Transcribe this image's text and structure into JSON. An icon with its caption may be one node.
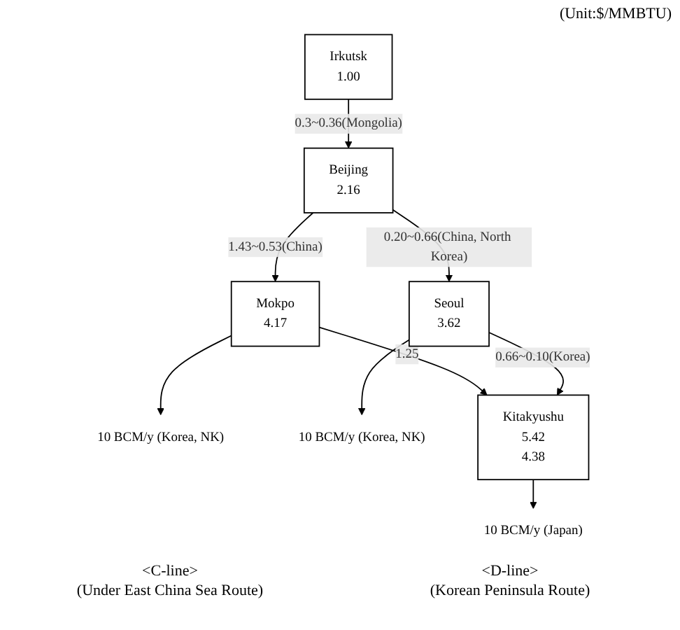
{
  "diagram": {
    "nodes": [
      {
        "text": [
          "Irkutsk",
          "1.00"
        ]
      },
      {
        "text": [
          "Beijing",
          "2.16"
        ]
      },
      {
        "text": [
          "10 BCM/y (Korea, NK)"
        ]
      },
      {
        "text": [
          "Mokpo",
          "4.17"
        ]
      },
      {
        "text": [
          "Seoul",
          "3.62"
        ]
      },
      {
        "text": [
          "10 BCM/y (Korea, NK)"
        ]
      },
      {
        "text": [
          "Kitakyushu",
          "5.42",
          "4.38"
        ]
      },
      {
        "text": [
          "10 BCM/y (Japan)"
        ]
      }
    ],
    "edges": [
      {
        "from": 0,
        "to": 1,
        "arrow": "to",
        "label": "0.3~0.36(Mongolia)"
      },
      {
        "from": 1,
        "to": 3,
        "arrow": "to",
        "label": "1.43~0.53(China)"
      },
      {
        "from": 1,
        "to": 4,
        "arrow": "to",
        "label": "0.20~0.66(China, North Korea)"
      },
      {
        "from": 3,
        "to": 2,
        "arrow": "to"
      },
      {
        "from": 4,
        "to": 5,
        "arrow": "to"
      },
      {
        "from": 3,
        "to": 6,
        "arrow": "to",
        "label": "1.25"
      },
      {
        "from": 4,
        "to": 6,
        "arrow": "to",
        "label": "0.66~0.10(Korea)"
      },
      {
        "from": 6,
        "to": 7,
        "arrow": "to"
      }
    ],
    "labels": [
      "(Unit:$/MMBTU)",
      "<C-line>",
      "<D-line>",
      "(Under East China Sea Route)",
      "(Korean Peninsula Route)"
    ]
  }
}
